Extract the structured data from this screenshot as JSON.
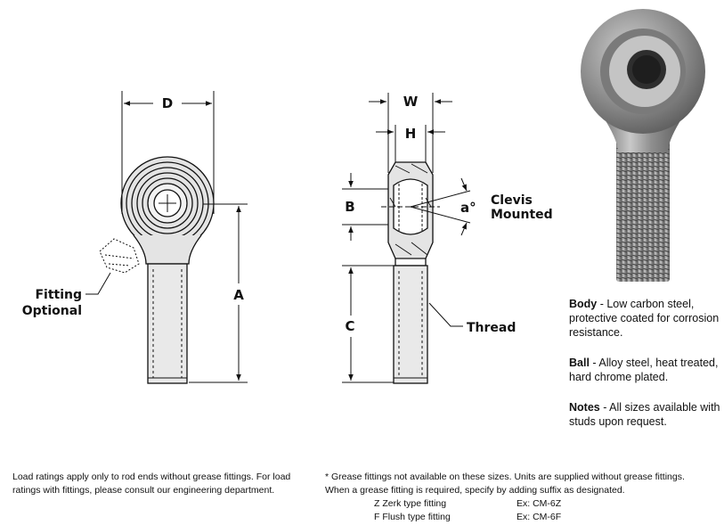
{
  "diagram": {
    "dimensions": {
      "d": "D",
      "a": "A",
      "w": "W",
      "h": "H",
      "b": "B",
      "c": "C",
      "angle": "a°"
    },
    "callouts": {
      "fitting_line1": "Fitting",
      "fitting_line2": "Optional",
      "thread": "Thread",
      "clevis_line1": "Clevis",
      "clevis_line2": "Mounted"
    }
  },
  "specs": [
    {
      "term": "Body",
      "text": " - Low carbon steel, protective coated for corrosion resistance."
    },
    {
      "term": "Ball",
      "text": " - Alloy steel, heat treated, hard chrome plated."
    },
    {
      "term": "Notes",
      "text": " - All sizes available with studs upon request."
    }
  ],
  "notes": {
    "left": "Load ratings apply only to rod ends without grease fittings. For load ratings with fittings, please consult our engineering department.",
    "right": "* Grease fittings not available on these sizes.  Units are supplied without grease fittings.  When a grease fitting is required, specify by adding suffix as designated.",
    "suffixes": [
      {
        "code": "Z  Zerk type fitting",
        "example": "Ex: CM-6Z"
      },
      {
        "code": "F  Flush type fitting",
        "example": "Ex: CM-6F"
      }
    ]
  },
  "colors": {
    "line": "#111111",
    "body_gray": "#d6d6d6",
    "photo_steel": "#8a8a8a"
  }
}
